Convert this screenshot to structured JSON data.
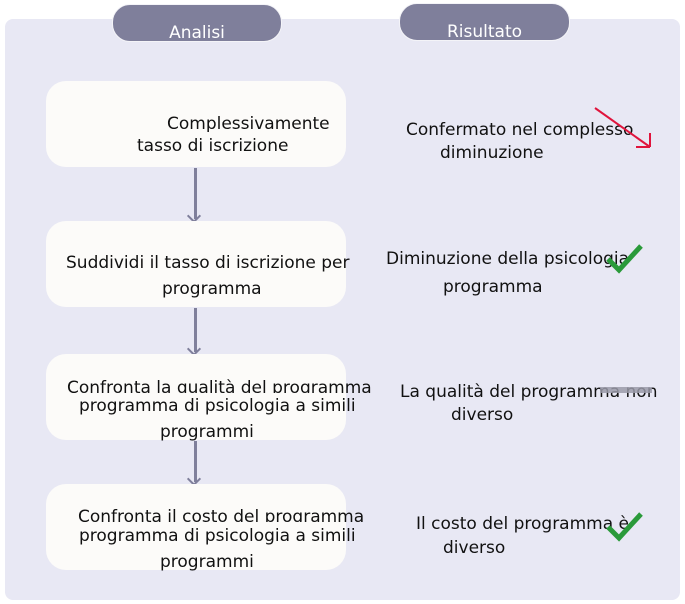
{
  "headers": {
    "analysis": "Analisi",
    "result": "Risultato"
  },
  "steps": [
    {
      "lines": [
        "Complessivamente",
        "tasso di iscrizione"
      ],
      "result_lines": [
        "Confermato nel complesso",
        "diminuzione"
      ],
      "result_icon": "arrow-down-right-icon",
      "icon_color": "#e0143c"
    },
    {
      "lines": [
        "Suddividi il tasso di iscrizione per",
        "programma"
      ],
      "result_lines": [
        "Diminuzione della psicologia",
        "programma"
      ],
      "result_icon": "checkmark-icon",
      "icon_color": "#2a9a3a"
    },
    {
      "lines": [
        "Confronta la qualità del programma",
        "programma di psicologia a simili",
        "programmi"
      ],
      "result_lines": [
        "La qualità del programma non",
        "diverso"
      ],
      "result_icon": "dash-icon",
      "icon_color": "#9a9aa8"
    },
    {
      "lines": [
        "Confronta il costo del programma",
        "programma di psicologia a simili",
        "programmi"
      ],
      "result_lines": [
        "Il costo del programma è",
        "diverso"
      ],
      "result_icon": "checkmark-icon",
      "icon_color": "#2a9a3a"
    }
  ]
}
